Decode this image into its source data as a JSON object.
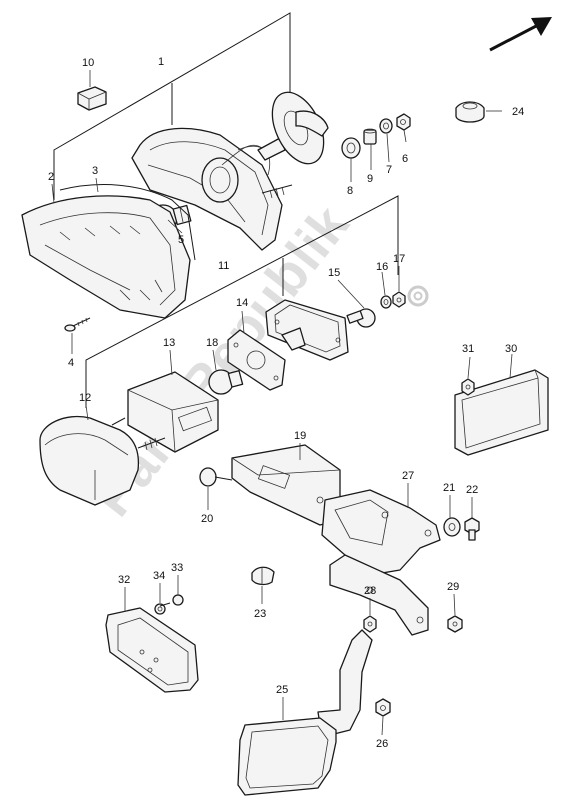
{
  "watermark": "PartsRepublik",
  "parts": {
    "p1": "1",
    "p2": "2",
    "p3": "3",
    "p4": "4",
    "p5": "5",
    "p6": "6",
    "p7": "7",
    "p8": "8",
    "p9": "9",
    "p10": "10",
    "p11": "11",
    "p12": "12",
    "p13": "13",
    "p14": "14",
    "p15": "15",
    "p16": "16",
    "p17": "17",
    "p18": "18",
    "p19": "19",
    "p20": "20",
    "p21": "21",
    "p22": "22",
    "p23": "23",
    "p24": "24",
    "p25": "25",
    "p26": "26",
    "p27": "27",
    "p28": "28",
    "p29": "29",
    "p30": "30",
    "p31": "31",
    "p32": "32",
    "p33": "33",
    "p34": "34"
  }
}
